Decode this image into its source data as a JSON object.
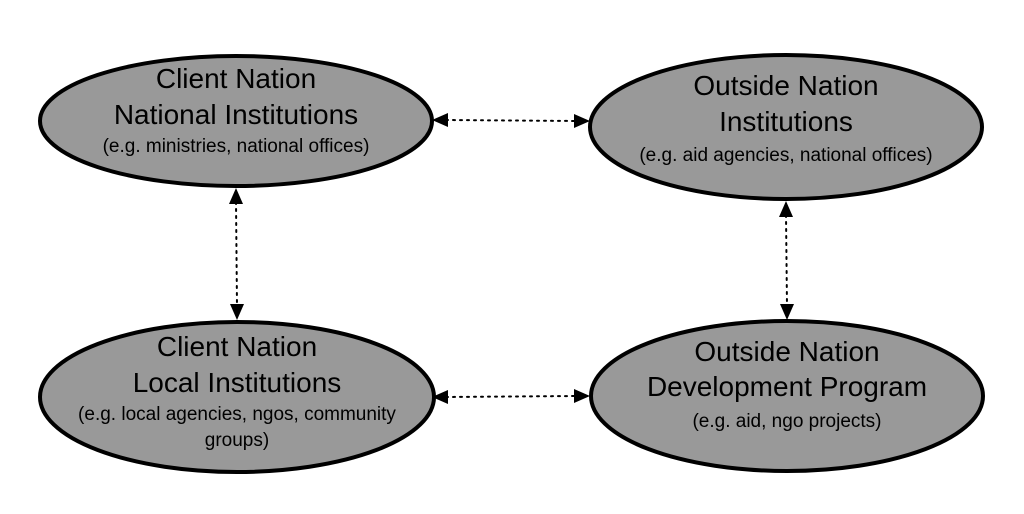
{
  "colors": {
    "node_fill": "#999999",
    "node_stroke": "#000000",
    "connector": "#000000",
    "background": "#ffffff"
  },
  "nodes": {
    "client_national": {
      "title_line1": "Client Nation",
      "title_line2": "National Institutions",
      "subtitle_line1": "(e.g. ministries, national offices)"
    },
    "outside_institutions": {
      "title_line1": "Outside Nation",
      "title_line2": "Institutions",
      "subtitle_line1": "(e.g. aid agencies, national offices)"
    },
    "client_local": {
      "title_line1": "Client Nation",
      "title_line2": "Local Institutions",
      "subtitle_line1": "(e.g. local agencies, ngos, community",
      "subtitle_line2": "groups)"
    },
    "outside_program": {
      "title_line1": "Outside Nation",
      "title_line2": "Development Program",
      "subtitle_line1": "(e.g. aid, ngo projects)"
    }
  },
  "connections": [
    {
      "from": "client_national",
      "to": "outside_institutions",
      "style": "dotted",
      "arrows": "both"
    },
    {
      "from": "client_national",
      "to": "client_local",
      "style": "dotted",
      "arrows": "both"
    },
    {
      "from": "outside_institutions",
      "to": "outside_program",
      "style": "dotted",
      "arrows": "both"
    },
    {
      "from": "client_local",
      "to": "outside_program",
      "style": "dotted",
      "arrows": "both"
    }
  ]
}
